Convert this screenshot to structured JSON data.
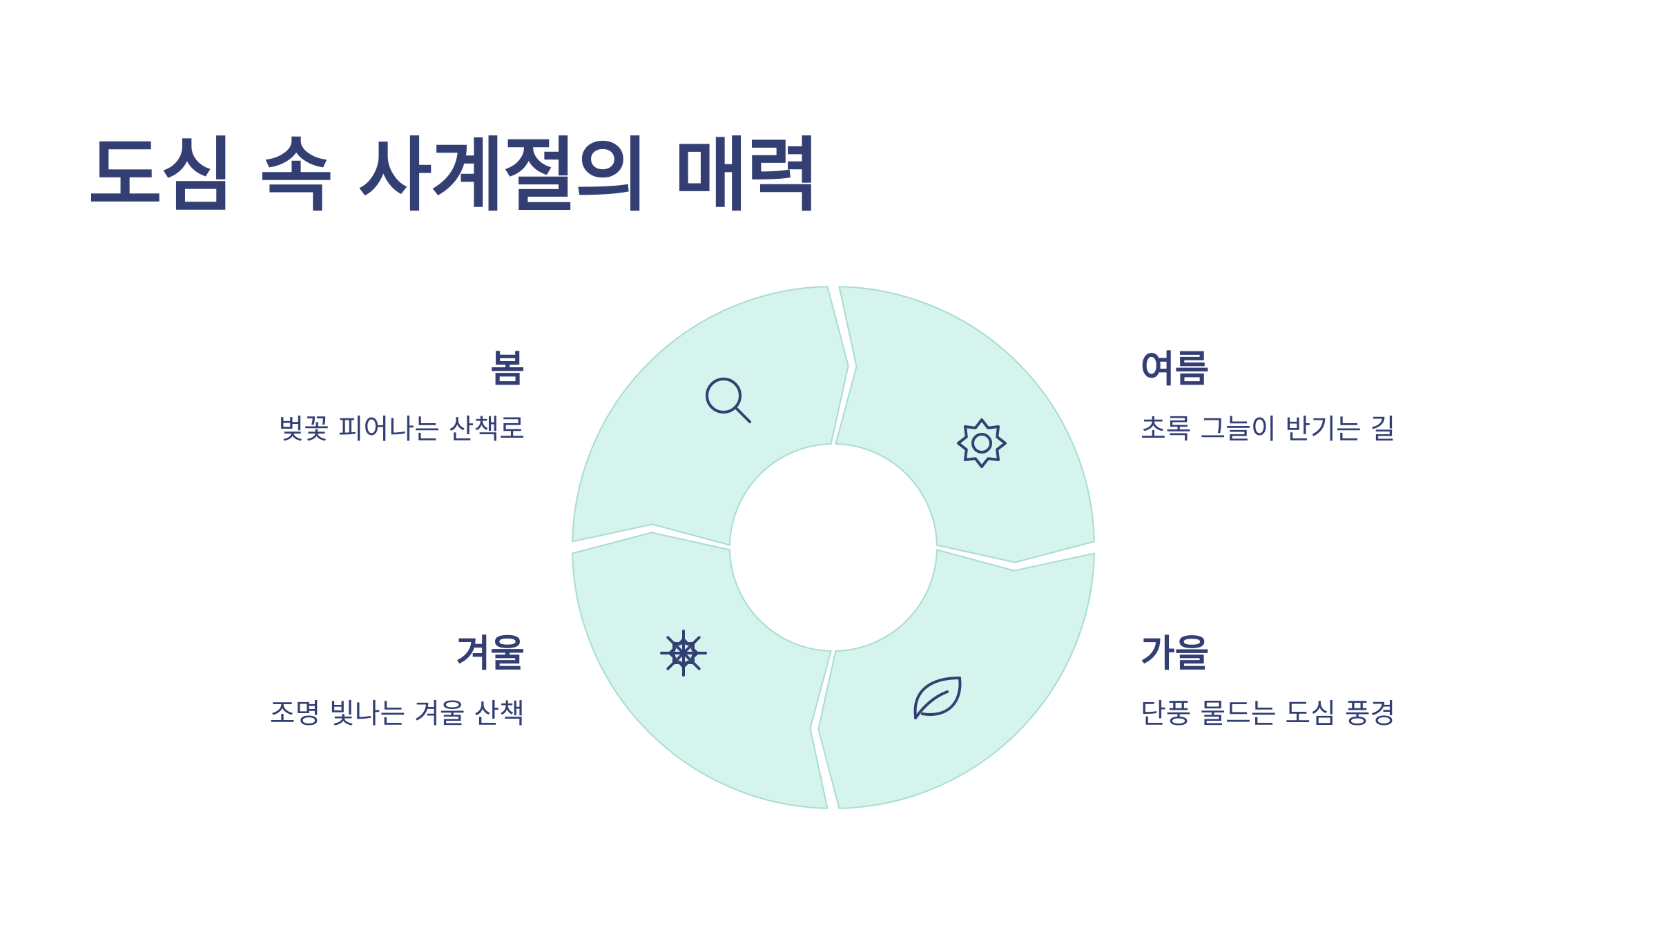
{
  "title": "도심 속 사계절의 매력",
  "colors": {
    "accent": "#333f73",
    "segment_fill": "#d5f4ed",
    "segment_stroke": "#a8dccf",
    "background": "#ffffff"
  },
  "seasons": [
    {
      "name": "봄",
      "description": "벚꽃 피어나는 산책로",
      "icon": "magnifier-icon"
    },
    {
      "name": "여름",
      "description": "초록 그늘이 반기는 길",
      "icon": "sun-icon"
    },
    {
      "name": "가을",
      "description": "단풍 물드는 도심 풍경",
      "icon": "leaf-icon"
    },
    {
      "name": "겨울",
      "description": "조명 빛나는 겨울 산책",
      "icon": "snowflake-icon"
    }
  ]
}
